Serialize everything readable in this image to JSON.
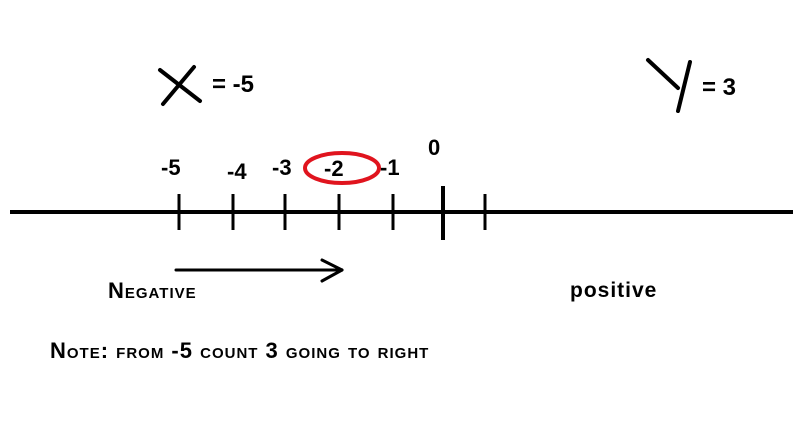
{
  "variables": {
    "x": {
      "letter": "X",
      "equals_text": "= -5"
    },
    "y": {
      "letter": "Y",
      "equals_text": "= 3"
    }
  },
  "number_line": {
    "tick_labels": [
      "-5",
      "-4",
      "-3",
      "-2",
      "-1",
      "0"
    ],
    "highlighted_label": "-2",
    "highlight_color": "#e0141e"
  },
  "direction_labels": {
    "negative": "Negative",
    "positive": "positive"
  },
  "note": "Note: from -5 count 3 going to right"
}
